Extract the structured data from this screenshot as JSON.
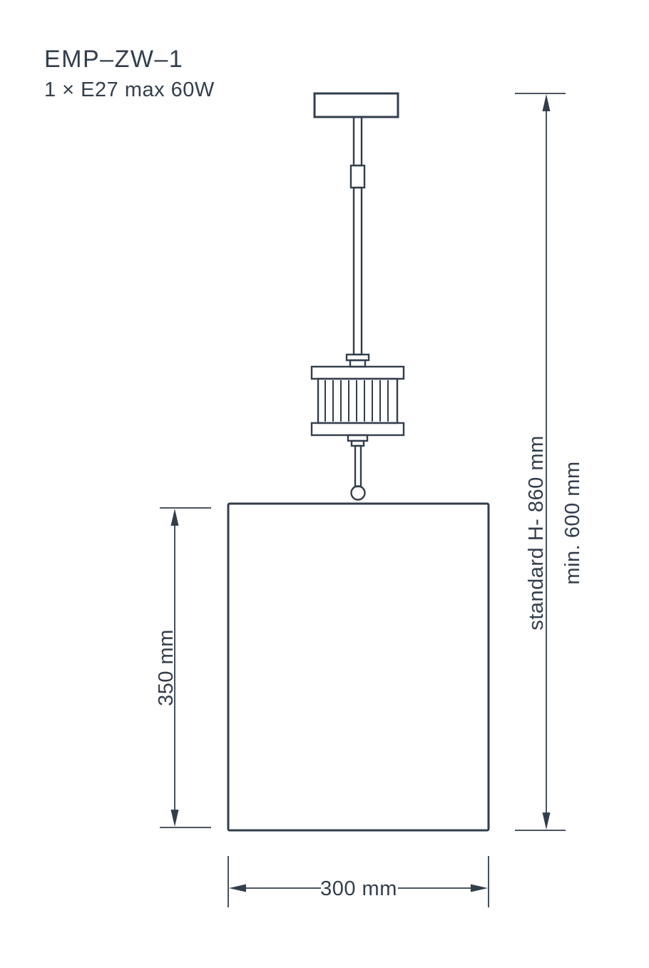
{
  "colors": {
    "ink": "#333e4c"
  },
  "header": {
    "model": "EMP–ZW–1",
    "spec": "1 × E27 max 60W"
  },
  "dimensions": {
    "overall_height_standard": "standard H- 860 mm",
    "overall_height_min": "min. 600 mm",
    "shade_height": "350 mm",
    "shade_width": "300 mm"
  }
}
